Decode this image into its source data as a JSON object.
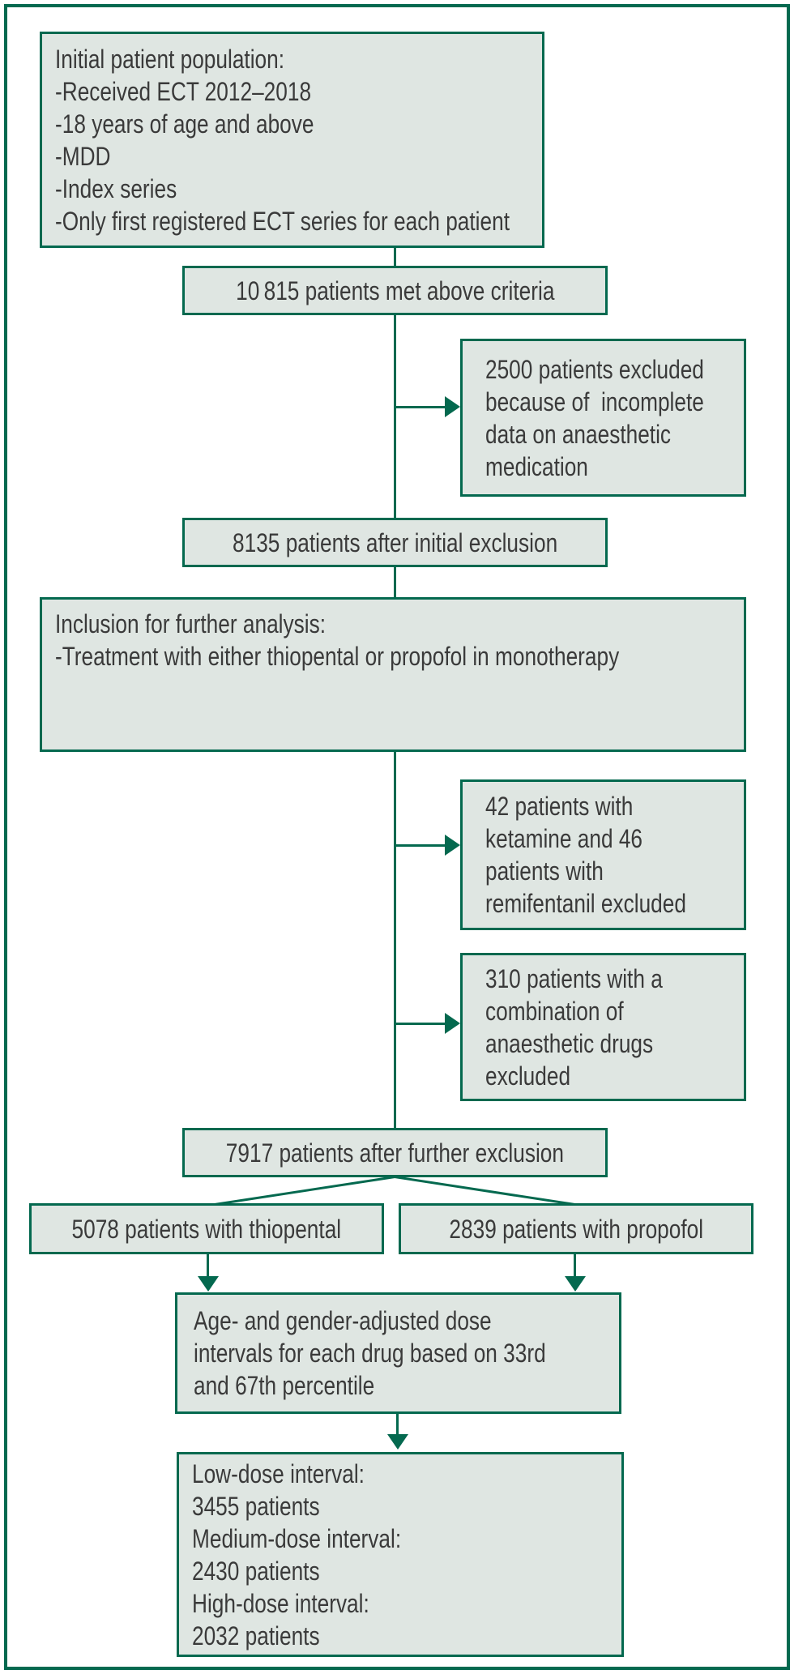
{
  "colors": {
    "accent_green": "#04694f",
    "box_fill": "#dfe6e2",
    "text": "#3a3a3a",
    "background": "#ffffff"
  },
  "boxes": {
    "initial_population": "Initial patient population:\n-Received ECT 2012–2018\n-18 years of age and above\n-MDD\n-Index series\n-Only first registered ECT series for each patient",
    "met_criteria": "10 815 patients met above criteria",
    "excluded_incomplete": "2500 patients excluded\nbecause of  incomplete\ndata on anaesthetic\nmedication",
    "after_initial_exclusion": "8135 patients after initial exclusion",
    "inclusion_further": "Inclusion for further analysis:\n-Treatment with either thiopental or propofol in monotherapy",
    "excluded_ketamine_remifentanil": "42 patients with\nketamine and 46\npatients with\nremifentanil excluded",
    "excluded_combination": "310 patients with a\ncombination of\nanaesthetic drugs\nexcluded",
    "after_further_exclusion": "7917 patients after further exclusion",
    "thiopental": "5078 patients with thiopental",
    "propofol": "2839 patients with propofol",
    "dose_intervals": "Age- and gender-adjusted dose\nintervals for each drug based on 33rd\nand 67th percentile",
    "dose_groups": "Low-dose interval:\n3455 patients\nMedium-dose interval:\n2430 patients\nHigh-dose interval:\n2032 patients"
  },
  "counts": {
    "met_criteria": 10815,
    "excluded_incomplete_data": 2500,
    "after_initial_exclusion": 8135,
    "excluded_ketamine": 42,
    "excluded_remifentanil": 46,
    "excluded_combination": 310,
    "after_further_exclusion": 7917,
    "thiopental": 5078,
    "propofol": 2839,
    "low_dose": 3455,
    "medium_dose": 2430,
    "high_dose": 2032
  },
  "edges": [
    {
      "from": "initial_population",
      "to": "met_criteria",
      "type": "line"
    },
    {
      "from": "met_criteria",
      "to": "excluded_incomplete",
      "type": "arrow"
    },
    {
      "from": "met_criteria",
      "to": "after_initial_exclusion",
      "type": "line"
    },
    {
      "from": "after_initial_exclusion",
      "to": "inclusion_further",
      "type": "line"
    },
    {
      "from": "inclusion_further",
      "to": "excluded_ketamine_remifentanil",
      "type": "arrow"
    },
    {
      "from": "inclusion_further",
      "to": "excluded_combination",
      "type": "arrow"
    },
    {
      "from": "inclusion_further",
      "to": "after_further_exclusion",
      "type": "line"
    },
    {
      "from": "after_further_exclusion",
      "to": "thiopental",
      "type": "line"
    },
    {
      "from": "after_further_exclusion",
      "to": "propofol",
      "type": "line"
    },
    {
      "from": "thiopental",
      "to": "dose_intervals",
      "type": "arrow"
    },
    {
      "from": "propofol",
      "to": "dose_intervals",
      "type": "arrow"
    },
    {
      "from": "dose_intervals",
      "to": "dose_groups",
      "type": "arrow"
    }
  ]
}
